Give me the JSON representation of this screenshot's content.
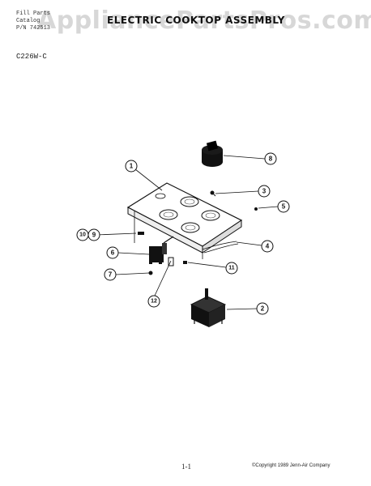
{
  "header": {
    "line1": "Fill Parts",
    "line2": "Catalog",
    "line3": "P/N 742513",
    "title": "ELECTRIC COOKTOP ASSEMBLY"
  },
  "watermark": "AppliancePartsPros.com",
  "model": "C226W-C",
  "footer": {
    "page_number": "1-1",
    "copyright": "©Copyright 1989 Jenn-Air Company"
  },
  "callouts": [
    "1",
    "2",
    "3",
    "4",
    "5",
    "6",
    "7",
    "8",
    "9",
    "10",
    "11",
    "12"
  ]
}
